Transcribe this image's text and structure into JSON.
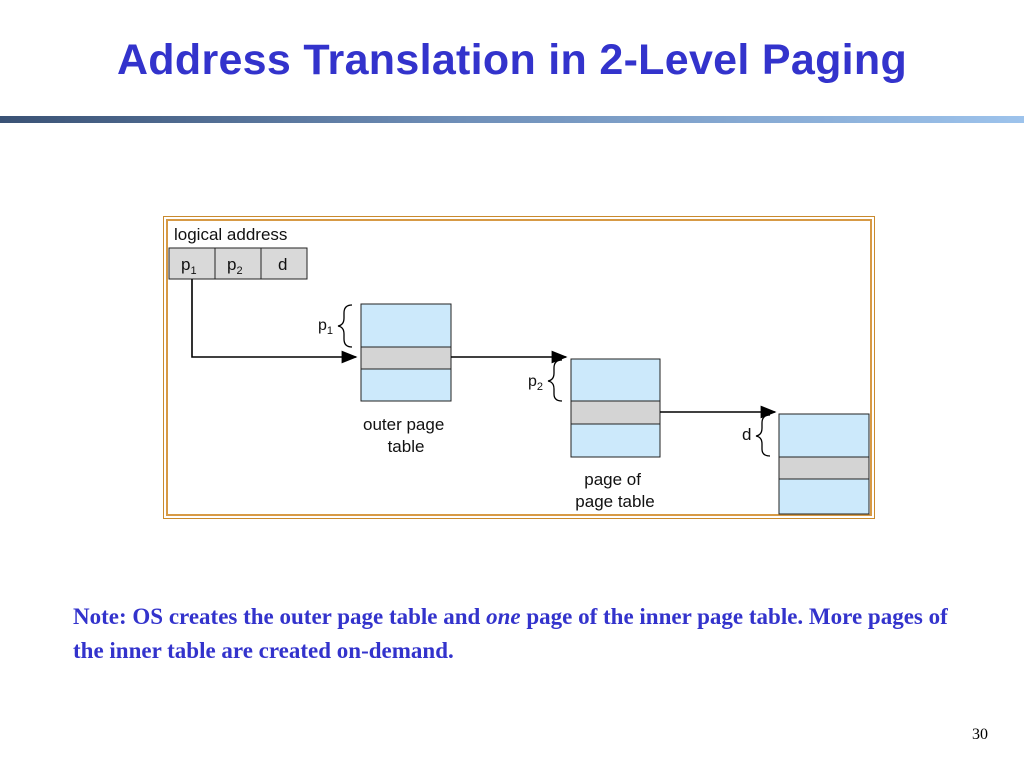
{
  "slide": {
    "title": "Address Translation in 2-Level Paging",
    "page_number": "30"
  },
  "diagram": {
    "logical_address_label": "logical address",
    "fields": [
      {
        "base": "p",
        "sub": "1"
      },
      {
        "base": "p",
        "sub": "2"
      },
      {
        "base": "d",
        "sub": ""
      }
    ],
    "brace_labels": [
      {
        "base": "p",
        "sub": "1"
      },
      {
        "base": "p",
        "sub": "2"
      },
      {
        "base": "d",
        "sub": ""
      }
    ],
    "table_captions": {
      "outer": [
        "outer page",
        "table"
      ],
      "inner": [
        "page of",
        "page table"
      ]
    },
    "colors": {
      "table_fill": "#cce9fb",
      "selected_row": "#d4d4d4",
      "field_fill": "#d9d9d9",
      "frame": "#d79a45"
    }
  },
  "note": {
    "prefix": "Note: OS creates the outer page table and ",
    "emphasis": "one",
    "suffix": " page of the inner page table. More pages of the inner table are created on-demand."
  }
}
